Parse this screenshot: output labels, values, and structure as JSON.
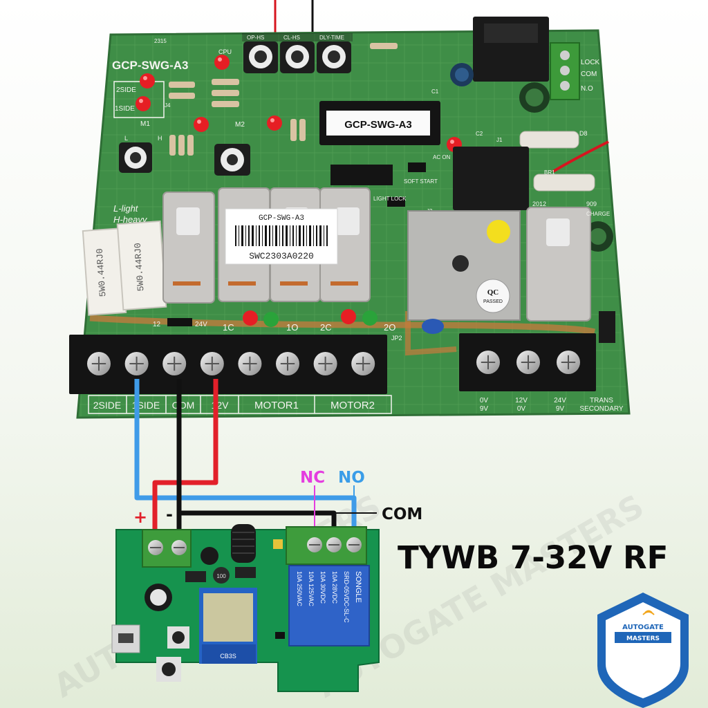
{
  "main_board": {
    "model_label": "GCP-SWG-A3",
    "code_2315": "2315",
    "cpu": "CPU",
    "pot_labels": [
      "OP-HS",
      "CL-HS",
      "DLY-TIME"
    ],
    "chip_label": "GCP-SWG-A3",
    "side_labels": [
      "2SIDE",
      "1SIDE"
    ],
    "m1": "M1",
    "m2": "M2",
    "l": "L",
    "h": "H",
    "j4": "J4",
    "j1": "J1",
    "j3": "J3",
    "d8": "D8",
    "c1": "C1",
    "c2": "C2",
    "jumper_ac_on": "AC ON",
    "soft_start": "SOFT START",
    "light_lock": "LIGHT LOCK",
    "l_light": "L-light",
    "h_heavy": "H-heavy",
    "resistor_1": "5W0.44RJ0",
    "resistor_2": "5W0.44RJ0",
    "relay_sticker_top": "GCP-SWG-A3",
    "relay_sticker_serial": "SWC2303A0220",
    "qc_label": "QC",
    "qc_passed": "PASSED",
    "lock_labels": [
      "LOCK",
      "COM",
      "N.O"
    ],
    "voltage_jumper": [
      "12",
      "24V"
    ],
    "motor_leds": [
      "1C",
      "1O",
      "2C",
      "2O"
    ],
    "jp2": "JP2",
    "terminal_labels": [
      "2SIDE",
      "1SIDE",
      "COM",
      "12V",
      "MOTOR1",
      "MOTOR2"
    ],
    "trans_labels": [
      "0V",
      "9V",
      "12V",
      "0V",
      "24V",
      "9V",
      "TRANS",
      "SECONDARY"
    ],
    "codes": [
      "909",
      "CHARGE",
      "2012",
      "BR1"
    ]
  },
  "rf_module": {
    "plus": "+",
    "minus": "-",
    "nc": "NC",
    "no": "NO",
    "com": "COM",
    "title": "TYWB 7-32V RF",
    "relay_text": [
      "10A 250VAC",
      "10A 125VAC",
      "10A 30VDC",
      "10A 28VDC",
      "SRD-05VDC-SL-C",
      "SONGLE"
    ],
    "inductor": "100",
    "chip": "CB3S"
  },
  "logo": {
    "top": "AUTOGATE",
    "bottom": "MASTERS"
  },
  "watermark": "AUTOGATE MASTERS",
  "colors": {
    "pcb_main": "#3f8e47",
    "pcb_module": "#16934e",
    "wire_blue": "#3f9be8",
    "wire_red": "#e2202a",
    "wire_black": "#111111",
    "nc_color": "#e43ddf",
    "no_color": "#3a9de8",
    "logo_blue": "#1f66b8"
  }
}
